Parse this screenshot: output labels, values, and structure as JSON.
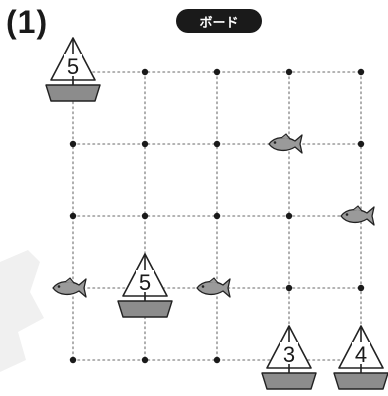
{
  "header": {
    "problem_label": "(1)",
    "board_label": "ボード"
  },
  "board": {
    "columns": 5,
    "rows": 5,
    "colors": {
      "dot": "#1a1a1a",
      "grid_line": "#9a9a9a",
      "boat_hull": "#8c8c8c",
      "boat_sail": "#ffffff",
      "fish_fill": "#9a9a9a",
      "outline": "#222222",
      "shadow": "#f0f0f0"
    },
    "boats": [
      {
        "number": "5",
        "col": 0,
        "row": 0
      },
      {
        "number": "5",
        "col": 1,
        "row": 3
      },
      {
        "number": "3",
        "col": 3,
        "row": 4
      },
      {
        "number": "4",
        "col": 4,
        "row": 4
      }
    ],
    "fish": [
      {
        "col": 3,
        "row": 1
      },
      {
        "col": 4,
        "row": 2
      },
      {
        "col": 0,
        "row": 3
      },
      {
        "col": 2,
        "row": 3
      }
    ]
  }
}
